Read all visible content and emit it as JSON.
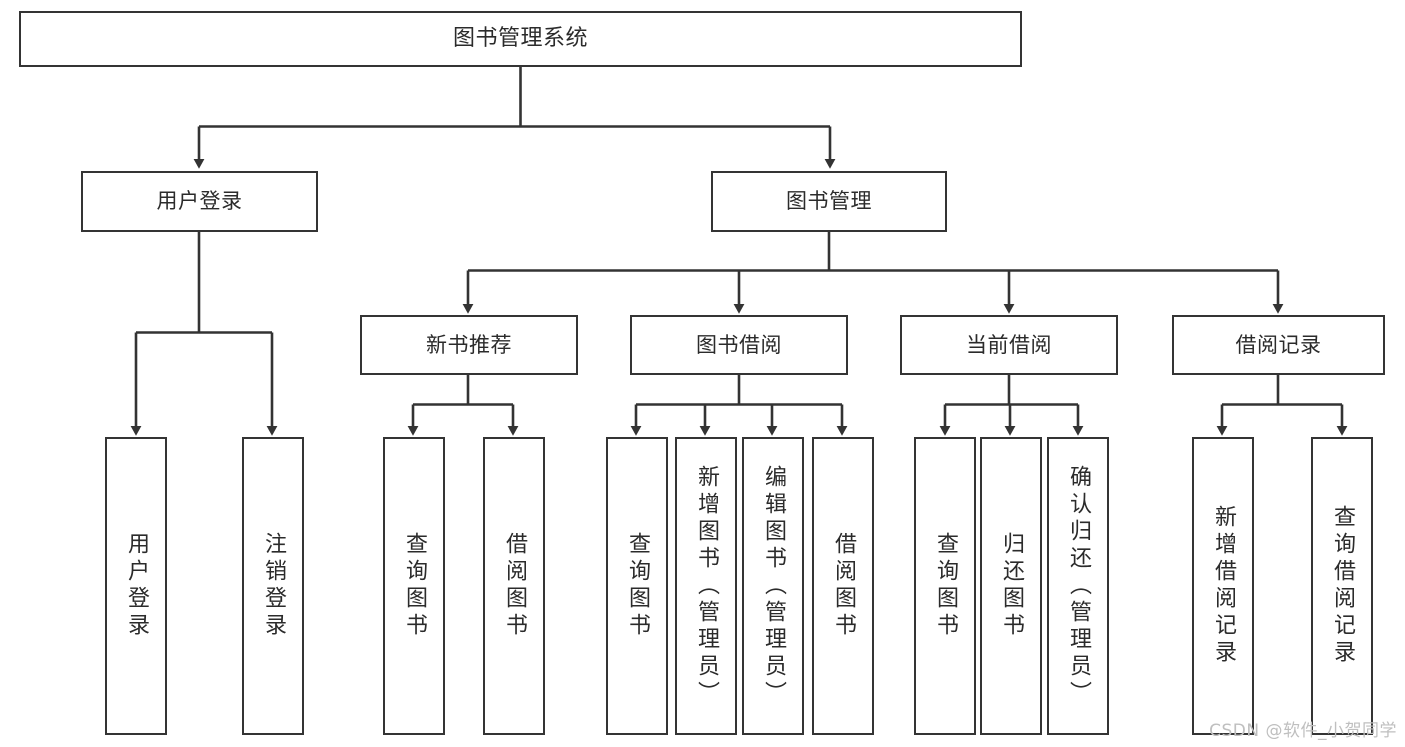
{
  "diagram": {
    "type": "tree-hierarchy-chart",
    "title": "图书管理系统",
    "watermark": "CSDN @软件_小贺同学",
    "colors": {
      "box_stroke": "#343434",
      "box_fill": "#ffffff",
      "connector": "#333333",
      "text": "#2b2b2b",
      "watermark": "#bfbfbf",
      "background": "#ffffff"
    },
    "levels": [
      {
        "level": 1,
        "nodes": [
          {
            "id": "root",
            "label": "图书管理系统",
            "orientation": "horizontal"
          }
        ]
      },
      {
        "level": 2,
        "nodes": [
          {
            "id": "user-login",
            "label": "用户登录",
            "orientation": "horizontal",
            "parent": "root"
          },
          {
            "id": "book-management",
            "label": "图书管理",
            "orientation": "horizontal",
            "parent": "root"
          }
        ]
      },
      {
        "level": 3,
        "nodes": [
          {
            "id": "new-book-recommend",
            "label": "新书推荐",
            "orientation": "horizontal",
            "parent": "book-management"
          },
          {
            "id": "book-borrow",
            "label": "图书借阅",
            "orientation": "horizontal",
            "parent": "book-management"
          },
          {
            "id": "current-borrow",
            "label": "当前借阅",
            "orientation": "horizontal",
            "parent": "book-management"
          },
          {
            "id": "borrow-record",
            "label": "借阅记录",
            "orientation": "horizontal",
            "parent": "book-management"
          }
        ]
      },
      {
        "level": 4,
        "nodes": [
          {
            "id": "leaf-user-login",
            "label": "用户登录",
            "orientation": "vertical",
            "parent": "user-login"
          },
          {
            "id": "leaf-logout-login",
            "label": "注销登录",
            "orientation": "vertical",
            "parent": "user-login"
          },
          {
            "id": "leaf-query-book-1",
            "label": "查询图书",
            "orientation": "vertical",
            "parent": "new-book-recommend"
          },
          {
            "id": "leaf-borrow-book-1",
            "label": "借阅图书",
            "orientation": "vertical",
            "parent": "new-book-recommend"
          },
          {
            "id": "leaf-query-book-2",
            "label": "查询图书",
            "orientation": "vertical",
            "parent": "book-borrow"
          },
          {
            "id": "leaf-add-book-admin",
            "label": "新增图书（管理员）",
            "orientation": "vertical",
            "parent": "book-borrow"
          },
          {
            "id": "leaf-edit-book-admin",
            "label": "编辑图书（管理员）",
            "orientation": "vertical",
            "parent": "book-borrow"
          },
          {
            "id": "leaf-borrow-book-2",
            "label": "借阅图书",
            "orientation": "vertical",
            "parent": "book-borrow"
          },
          {
            "id": "leaf-query-book-3",
            "label": "查询图书",
            "orientation": "vertical",
            "parent": "current-borrow"
          },
          {
            "id": "leaf-return-book",
            "label": "归还图书",
            "orientation": "vertical",
            "parent": "current-borrow"
          },
          {
            "id": "leaf-confirm-return-admin",
            "label": "确认归还（管理员）",
            "orientation": "vertical",
            "parent": "current-borrow"
          },
          {
            "id": "leaf-add-borrow-record",
            "label": "新增借阅记录",
            "orientation": "vertical",
            "parent": "borrow-record"
          },
          {
            "id": "leaf-query-borrow-record",
            "label": "查询借阅记录",
            "orientation": "vertical",
            "parent": "borrow-record"
          }
        ]
      }
    ]
  }
}
